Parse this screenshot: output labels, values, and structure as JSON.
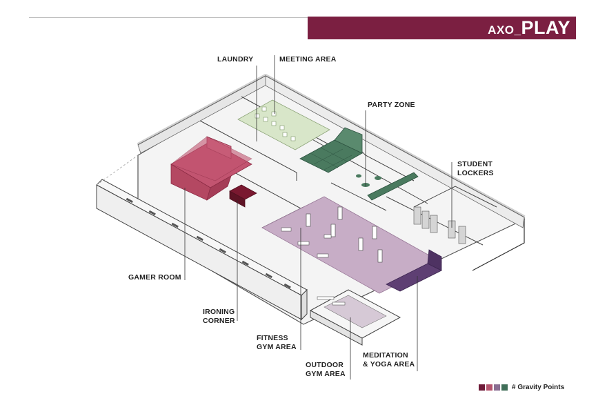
{
  "header": {
    "title_prefix": "AXO_",
    "title_main": "PLAY"
  },
  "labels": {
    "laundry": "LAUNDRY",
    "meeting_area": "MEETING AREA",
    "party_zone": "PARTY ZONE",
    "student_lockers_1": "STUDENT",
    "student_lockers_2": "LOCKERS",
    "gamer_room": "GAMER ROOM",
    "ironing_corner_1": "IRONING",
    "ironing_corner_2": "CORNER",
    "fitness_gym_1": "FITNESS",
    "fitness_gym_2": "GYM AREA",
    "outdoor_gym_1": "OUTDOOR",
    "outdoor_gym_2": "GYM AREA",
    "meditation_1": "MEDITATION",
    "meditation_2": "& YOGA AREA"
  },
  "legend": {
    "text": "# Gravity Points",
    "colors": [
      "#6e1a38",
      "#b5546e",
      "#8a6e92",
      "#3f6e58"
    ]
  },
  "colors": {
    "brand": "#7b1f41",
    "gamer_room": "#c25470",
    "ironing_corner": "#7a1830",
    "meeting_area": "#d8e6c9",
    "party_zone": "#4a7a5f",
    "fitness": "#c7adc6",
    "meditation": "#5e3f73"
  }
}
